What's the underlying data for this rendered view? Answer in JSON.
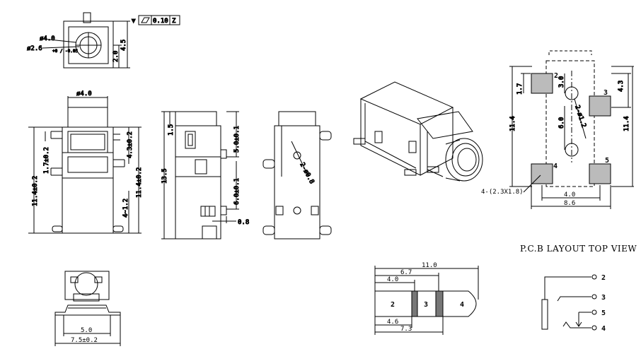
{
  "top_view": {
    "tolerance_frame": {
      "value": "0.10",
      "datum": "Z"
    },
    "dims": {
      "d_outer": "ø4.0",
      "d_inner": "ø2.6",
      "d_inner_tol": "+0 / -0.05",
      "h_small": "2.0",
      "h_total": "4.5"
    }
  },
  "front_view": {
    "dims": {
      "width": "ø4.0",
      "h_overall_left": "11.4±0.2",
      "h_top_left": "1.7±0.2",
      "h_right": "11.4±0.2",
      "h_top_right": "4.3±0.2",
      "h_bottom_right": "4~1.2"
    }
  },
  "side_view": {
    "dims": {
      "h_total": "13.5",
      "h_top": "1.5",
      "h_pin_a": "5.0±0.1",
      "h_pin_b": "6.0±0.1",
      "w_pin": "0.8"
    }
  },
  "back_view": {
    "dims": {
      "holes": "2-ø0.8"
    }
  },
  "bottom_view": {
    "dims": {
      "inner": "5.0",
      "outer": "7.5±0.2"
    }
  },
  "pcb_layout": {
    "title": "P.C.B LAYOUT TOP VIEW",
    "pad_labels": [
      "2",
      "3",
      "4",
      "5"
    ],
    "dims": {
      "v_top": "1.7",
      "v_hole_a": "3.0",
      "v_hole_b": "6.0",
      "holes": "2-ø1.2",
      "v_right": "4.3",
      "h_left": "11.4",
      "h_right": "11.4",
      "h_inner": "4.0",
      "h_outer": "8.6",
      "pads": "4-(2.3X1.8)"
    }
  },
  "plug": {
    "sections": [
      "2",
      "3",
      "4"
    ],
    "dims": {
      "total": "11.0",
      "mid": "6.7",
      "short": "4.0",
      "low_a": "4.6",
      "low_b": "7.3"
    }
  },
  "schematic": {
    "pins": [
      "2",
      "3",
      "5",
      "4"
    ]
  }
}
